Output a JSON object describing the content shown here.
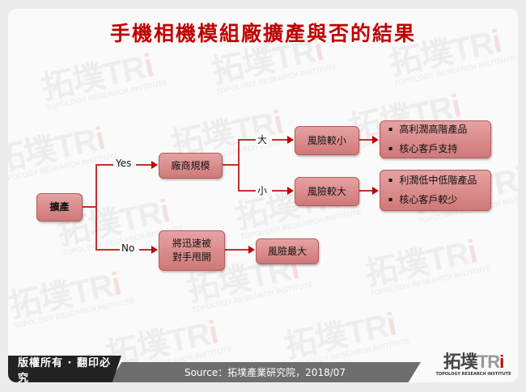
{
  "title": "手機相機模組廠擴產與否的結果",
  "nodes": {
    "root": "擴產",
    "vendor_scale": "廠商規模",
    "risk_small": "風險較小",
    "risk_large": "風險較大",
    "left_behind": "將迅速被對手甩開",
    "risk_max": "風險最大"
  },
  "results": {
    "large_vendor": [
      "高利潤高階產品",
      "核心客戶支持"
    ],
    "small_vendor": [
      "利潤低中低階產品",
      "核心客戶較少"
    ]
  },
  "edge_labels": {
    "yes": "Yes",
    "no": "No",
    "big": "大",
    "small": "小"
  },
  "footer": {
    "copyright": "版權所有 · 翻印必究",
    "source": "Source：拓墣產業研究院，2018/07",
    "logo_text": "拓墣TRi",
    "logo_subtext": "TOPOLOGY RESEARCH INSTITUTE"
  },
  "watermark": {
    "text": "拓墣TRi",
    "subtext": "TOPOLOGY RESEARCH INSTITUTE"
  },
  "colors": {
    "title": "#c00000",
    "node_fill": "#dc8c8c",
    "connector": "#c0302f",
    "footer_dark": "#222222",
    "footer_gray": "#6e6e6e"
  }
}
